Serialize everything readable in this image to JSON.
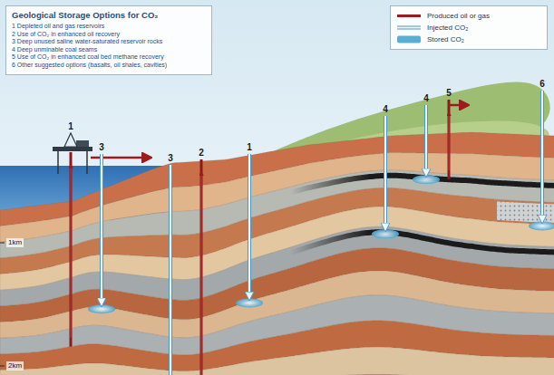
{
  "diagram": {
    "title": "Geological Storage Options for CO₂",
    "labels": [
      "1 Depleted oil and gas reservoirs",
      "2 Use of CO₂ in enhanced oil recovery",
      "3 Deep unused saline water-saturated reservoir rocks",
      "4 Deep unminable coal seams",
      "5 Use of CO₂ in enhanced coal bed methane recovery",
      "6 Other suggested options (basalts, oil shales, cavities)",
      "1",
      "3",
      "3",
      "2",
      "1",
      "4",
      "4",
      "5",
      "6",
      "1km",
      "2km"
    ],
    "legend": [
      {
        "text": "Produced oil or gas"
      },
      {
        "text": "Injected CO₂"
      },
      {
        "text": "Stored CO₂",
        "color": "#5aaed3"
      }
    ]
  }
}
